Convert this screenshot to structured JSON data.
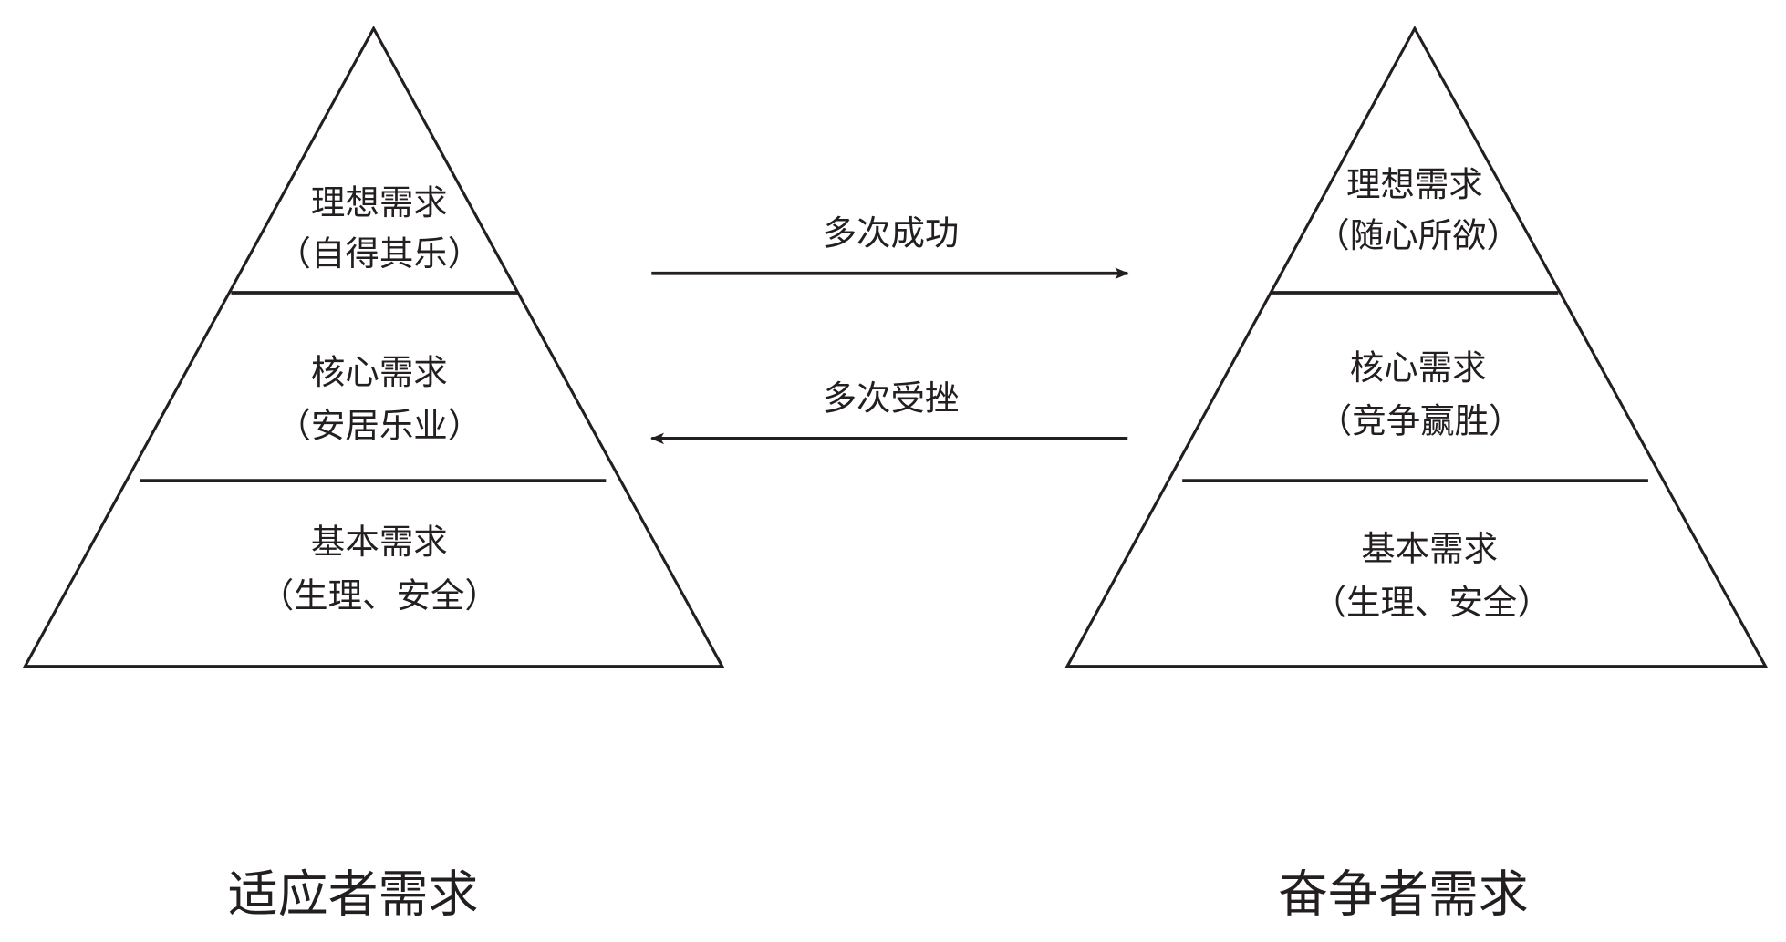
{
  "left_pyramid": {
    "caption": "适应者需求",
    "levels": [
      {
        "title": "理想需求",
        "detail": "（自得其乐）"
      },
      {
        "title": "核心需求",
        "detail": "（安居乐业）"
      },
      {
        "title": "基本需求",
        "detail": "（生理、安全）"
      }
    ]
  },
  "right_pyramid": {
    "caption": "奋争者需求",
    "levels": [
      {
        "title": "理想需求",
        "detail": "（随心所欲）"
      },
      {
        "title": "核心需求",
        "detail": "（竞争赢胜）"
      },
      {
        "title": "基本需求",
        "detail": "（生理、安全）"
      }
    ]
  },
  "arrows": {
    "forward_label": "多次成功",
    "backward_label": "多次受挫"
  },
  "colors": {
    "stroke": "#231f20",
    "background": "#ffffff"
  }
}
